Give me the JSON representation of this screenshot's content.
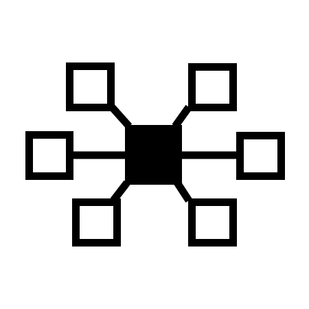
{
  "icon": {
    "name": "network-hub-icon",
    "colors": {
      "background": "#ffffff",
      "foreground": "#000000"
    },
    "hub": {
      "fill": "solid"
    },
    "nodes": [
      {
        "id": "top-left",
        "fill": "outline"
      },
      {
        "id": "top-right",
        "fill": "outline"
      },
      {
        "id": "left",
        "fill": "outline"
      },
      {
        "id": "right",
        "fill": "outline"
      },
      {
        "id": "bottom-left",
        "fill": "outline"
      },
      {
        "id": "bottom-right",
        "fill": "outline"
      }
    ]
  }
}
